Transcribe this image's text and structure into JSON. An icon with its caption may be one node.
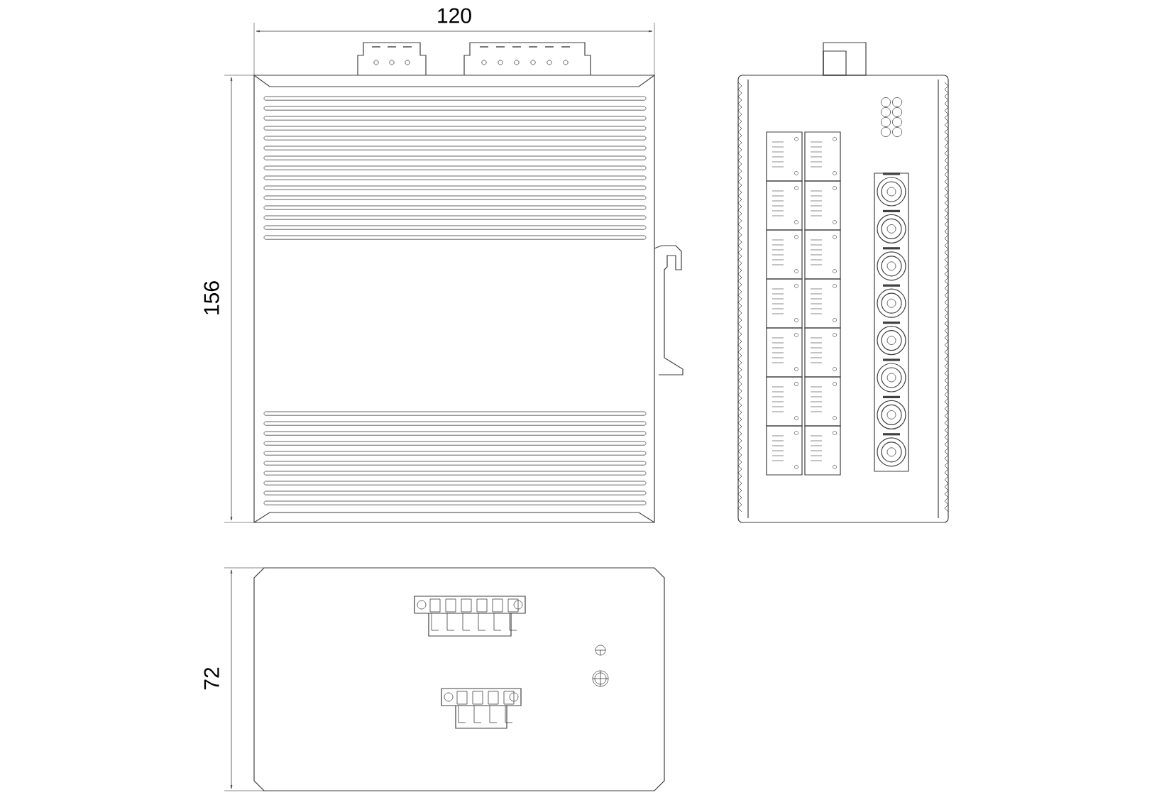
{
  "diagram": {
    "labels": [
      "120",
      "156",
      "72"
    ]
  }
}
